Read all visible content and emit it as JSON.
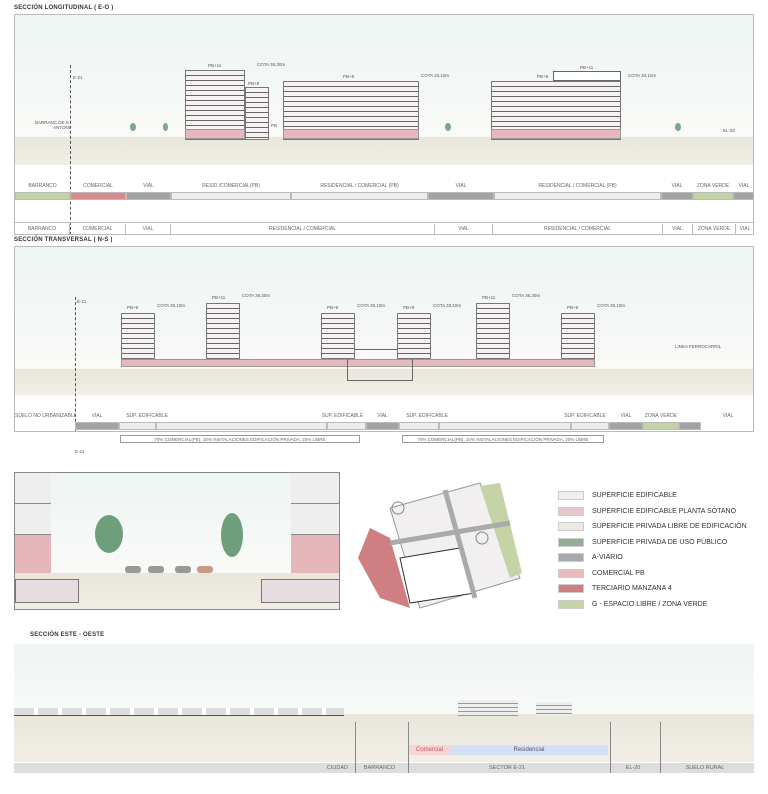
{
  "section1": {
    "title": "SECCIÓN LONGITUDINAL ( E-O )",
    "e21": "E-21",
    "el20": "EL-20",
    "barranc": "BARRANC DE S. ANTONI",
    "buildings": [
      "PB+11",
      "PB+8",
      "PB+9",
      "PB+9",
      "PB+11",
      "PB"
    ],
    "cotas": [
      "COTA 36,30m",
      "COTA 33,10m",
      "COTA 33,10m"
    ],
    "top_labels": [
      "BARRANCO",
      "COMERCIAL",
      "VIAL",
      "RESID./COMERCIAL(PB)",
      "RESIDENCIAL / COMERCIAL (PB)",
      "VIAL",
      "RESIDENCIAL / COMERCIAL (PB)",
      "VIAL",
      "ZONA VERDE",
      "VIAL"
    ],
    "bottom_labels": [
      "BARRANCO",
      "COMERCIAL",
      "VIAL",
      "RESIDENCIAL / COMERCIAL",
      "VIAL",
      "RESIDENCIAL / COMERCIAL",
      "VIAL",
      "ZONA VERDE",
      "VIAL"
    ]
  },
  "section2": {
    "title": "SECCIÓN TRANSVERSAL ( N-S )",
    "e21": "E-21",
    "ferrocarril": "LINEA FERROCARRIL",
    "buildings": [
      "PB+9",
      "PB+11",
      "PB+9",
      "PB+9",
      "PB+11",
      "PB+9"
    ],
    "cotas": [
      "COTA 33,10m",
      "COTA 36,30m",
      "COTA 33,10m",
      "COTA 33,10m",
      "COTA 36,30m",
      "COTA 33,10m"
    ],
    "labels": [
      "SUELO NO URBANIZABLE",
      "VIAL",
      "SUP. EDIFICABLE",
      "SUP. EDIFICABLE",
      "VIAL",
      "SUP. EDIFICABLE",
      "SUP. EDIFICABLE",
      "VIAL",
      "ZONA VERDE",
      "VIAL"
    ],
    "notes": [
      "70% COMERCIAL(PB), 10% INSTALACIONES EDIFICACIÓN PRIVADA, 20% LIBRE",
      "70% COMERCIAL(PB), 10% INSTALACIONES EDIFICACIÓN PRIVADA, 20% LIBRE"
    ]
  },
  "legend": [
    {
      "label": "SUPERFICIE EDIFICABLE",
      "color": "#f1eef0"
    },
    {
      "label": "SUPERFICIE EDIFICABLE PLANTA SÓTANO",
      "color": "#e3c9cc"
    },
    {
      "label": "SUPERFICIE PRIVADA LIBRE DE EDIFICACIÓN",
      "color": "#eceae3"
    },
    {
      "label": "SUPERFICIE PRIVADA DE USO PÚBLICO",
      "color": "#98ad98"
    },
    {
      "label": "A-VIARIO",
      "color": "#a8a8a8"
    },
    {
      "label": "COMERCIAL PB",
      "color": "#e8bcbf"
    },
    {
      "label": "TERCIARIO MANZANA 4",
      "color": "#cf7f82"
    },
    {
      "label": "G - ESPACIO LIBRE / ZONA VERDE",
      "color": "#c5d3a6"
    }
  ],
  "section3": {
    "title": "SECCIÓN ESTE - OESTE",
    "comercial": "Comercial",
    "residencial": "Residencial",
    "zones": [
      "CIUDAD",
      "BARRANCO",
      "SECTOR E-21",
      "EL-20",
      "SUELO RURAL"
    ]
  },
  "colors": {
    "vial": "#a3a3a3",
    "green": "#c3d3a3",
    "red": "#d88a8e",
    "light": "#efebeb",
    "pink": "#e6b8bb",
    "blue": "#d6e0f5"
  }
}
